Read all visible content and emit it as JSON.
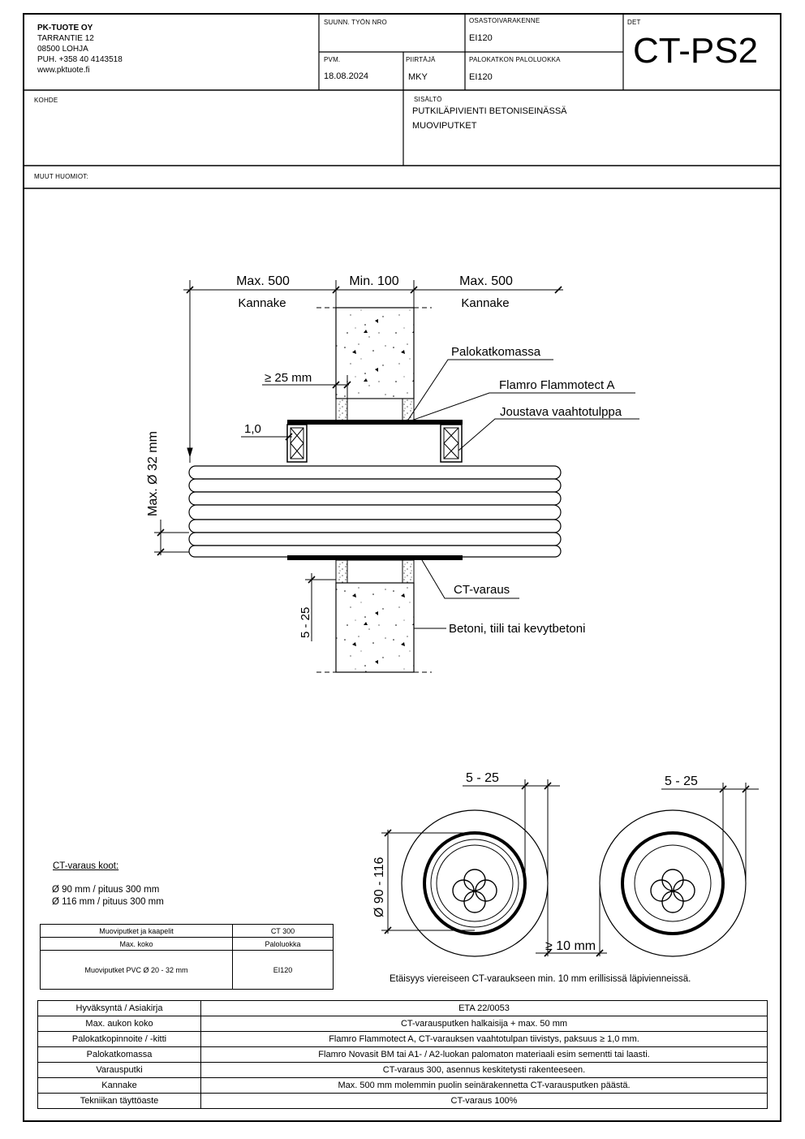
{
  "header": {
    "company": {
      "name": "PK-TUOTE OY",
      "street": "TARRANTIE 12",
      "city": "08500 LOHJA",
      "phone": "PUH. +358 40 4143518",
      "web": "www.pktuote.fi"
    },
    "suunn_label": "SUUNN. TYÖN NRO",
    "osasto_label": "OSASTOIVARAKENNE",
    "osasto_value": "EI120",
    "det_label": "DET",
    "det_code": "CT-PS2",
    "pvm_label": "PVM.",
    "pvm_value": "18.08.2024",
    "piirtaja_label": "PIIRTÄJÄ",
    "piirtaja_value": "MKY",
    "palo_label": "PALOKATKON PALOLUOKKA",
    "palo_value": "EI120",
    "kohde_label": "KOHDE",
    "sisalto_label": "SISÄLTÖ",
    "sisalto_line1": "PUTKILÄPIVIENTI BETONISEINÄSSÄ",
    "sisalto_line2": "MUOVIPUTKET",
    "muut_label": "MUUT HUOMIOT:"
  },
  "drawing": {
    "dim_left": "Max. 500",
    "dim_mid": "Min. 100",
    "dim_right": "Max. 500",
    "kannake_left": "Kannake",
    "kannake_right": "Kannake",
    "palokatkomassa": "Palokatkomassa",
    "flamro": "Flamro Flammotect A",
    "joustava": "Joustava vaahtotulppa",
    "ge25": "≥ 25 mm",
    "one_zero": "1,0",
    "max_dia": "Max. Ø 32 mm",
    "ct_varaus": "CT-varaus",
    "betoni": "Betoni, tiili tai kevytbetoni",
    "gap_5_25": "5 - 25",
    "sec_gap_left": "5 - 25",
    "sec_gap_right": "5 - 25",
    "sec_dia": "Ø 90 - 116",
    "sec_ge10": "≥ 10 mm",
    "sec_note": "Etäisyys viereiseen CT-varaukseen min. 10 mm erillisissä läpivienneissä."
  },
  "ct_sizes": {
    "title": "CT-varaus koot:",
    "line1": "Ø 90 mm / pituus 300 mm",
    "line2": "Ø 116 mm / pituus 300 mm"
  },
  "small_table": {
    "h1": "Muoviputket ja kaapelit",
    "h2": "CT 300",
    "h3": "Max. koko",
    "h4": "Paloluokka",
    "row_label": "Muoviputket PVC Ø 20 - 32 mm",
    "row_value": "EI120"
  },
  "main_table": [
    {
      "label": "Hyväksyntä / Asiakirja",
      "value": "ETA 22/0053"
    },
    {
      "label": "Max. aukon koko",
      "value": "CT-varausputken halkaisija + max. 50 mm"
    },
    {
      "label": "Palokatkopinnoite / -kitti",
      "value": "Flamro Flammotect A, CT-varauksen vaahtotulpan tiivistys, paksuus ≥ 1,0 mm."
    },
    {
      "label": "Palokatkomassa",
      "value": "Flamro Novasit BM tai A1- / A2-luokan palomaton materiaali esim sementti tai laasti."
    },
    {
      "label": "Varausputki",
      "value": "CT-varaus 300, asennus keskitetysti rakenteeseen."
    },
    {
      "label": "Kannake",
      "value": "Max. 500 mm molemmin puolin seinärakennetta CT-varausputken päästä."
    },
    {
      "label": "Tekniikan täyttöaste",
      "value": "CT-varaus 100%"
    }
  ]
}
